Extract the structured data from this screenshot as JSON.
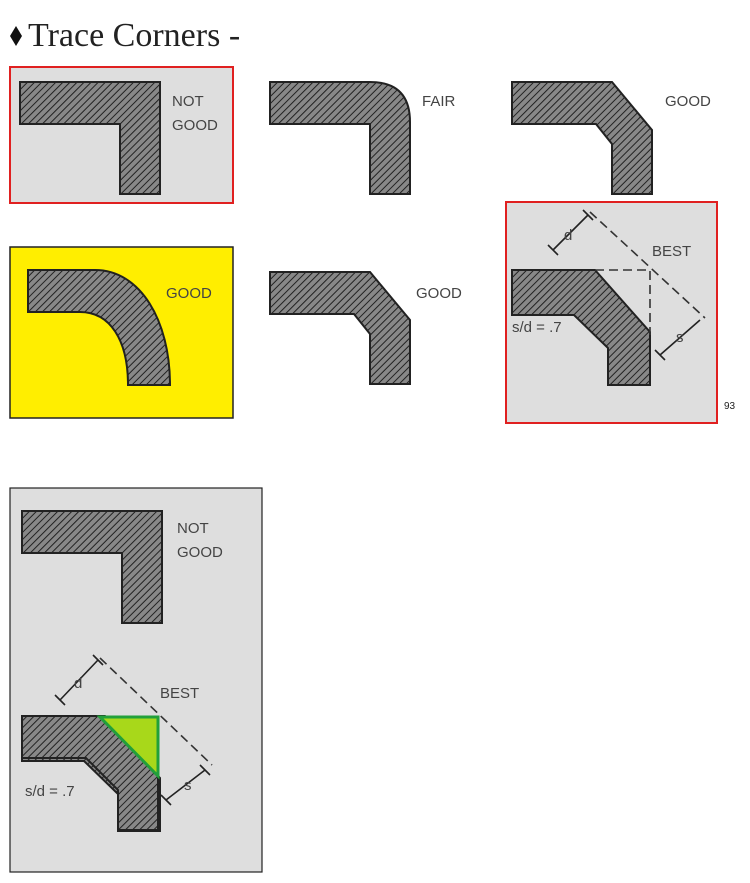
{
  "title": "Trace Corners -",
  "title_bullet_icon": "diamond-icon",
  "panels": {
    "sharp_top": {
      "label_line1": "NOT",
      "label_line2": "GOOD",
      "highlight": "#e02020"
    },
    "rounded": {
      "label": "FAIR"
    },
    "chamfer_top": {
      "label": "GOOD"
    },
    "large_radius": {
      "label": "GOOD",
      "highlight": "#ffee00"
    },
    "chamfer_mid": {
      "label": "GOOD"
    },
    "best": {
      "label": "BEST",
      "ratio": "s/d = .7",
      "d": "d",
      "s": "s",
      "highlight": "#e02020"
    }
  },
  "page_number": "93",
  "detail": {
    "not_good_line1": "NOT",
    "not_good_line2": "GOOD",
    "best_label": "BEST",
    "ratio": "s/d = .7",
    "d": "d",
    "s": "s",
    "fill_color": "#a8d81a",
    "outline_color": "#22a03a"
  }
}
